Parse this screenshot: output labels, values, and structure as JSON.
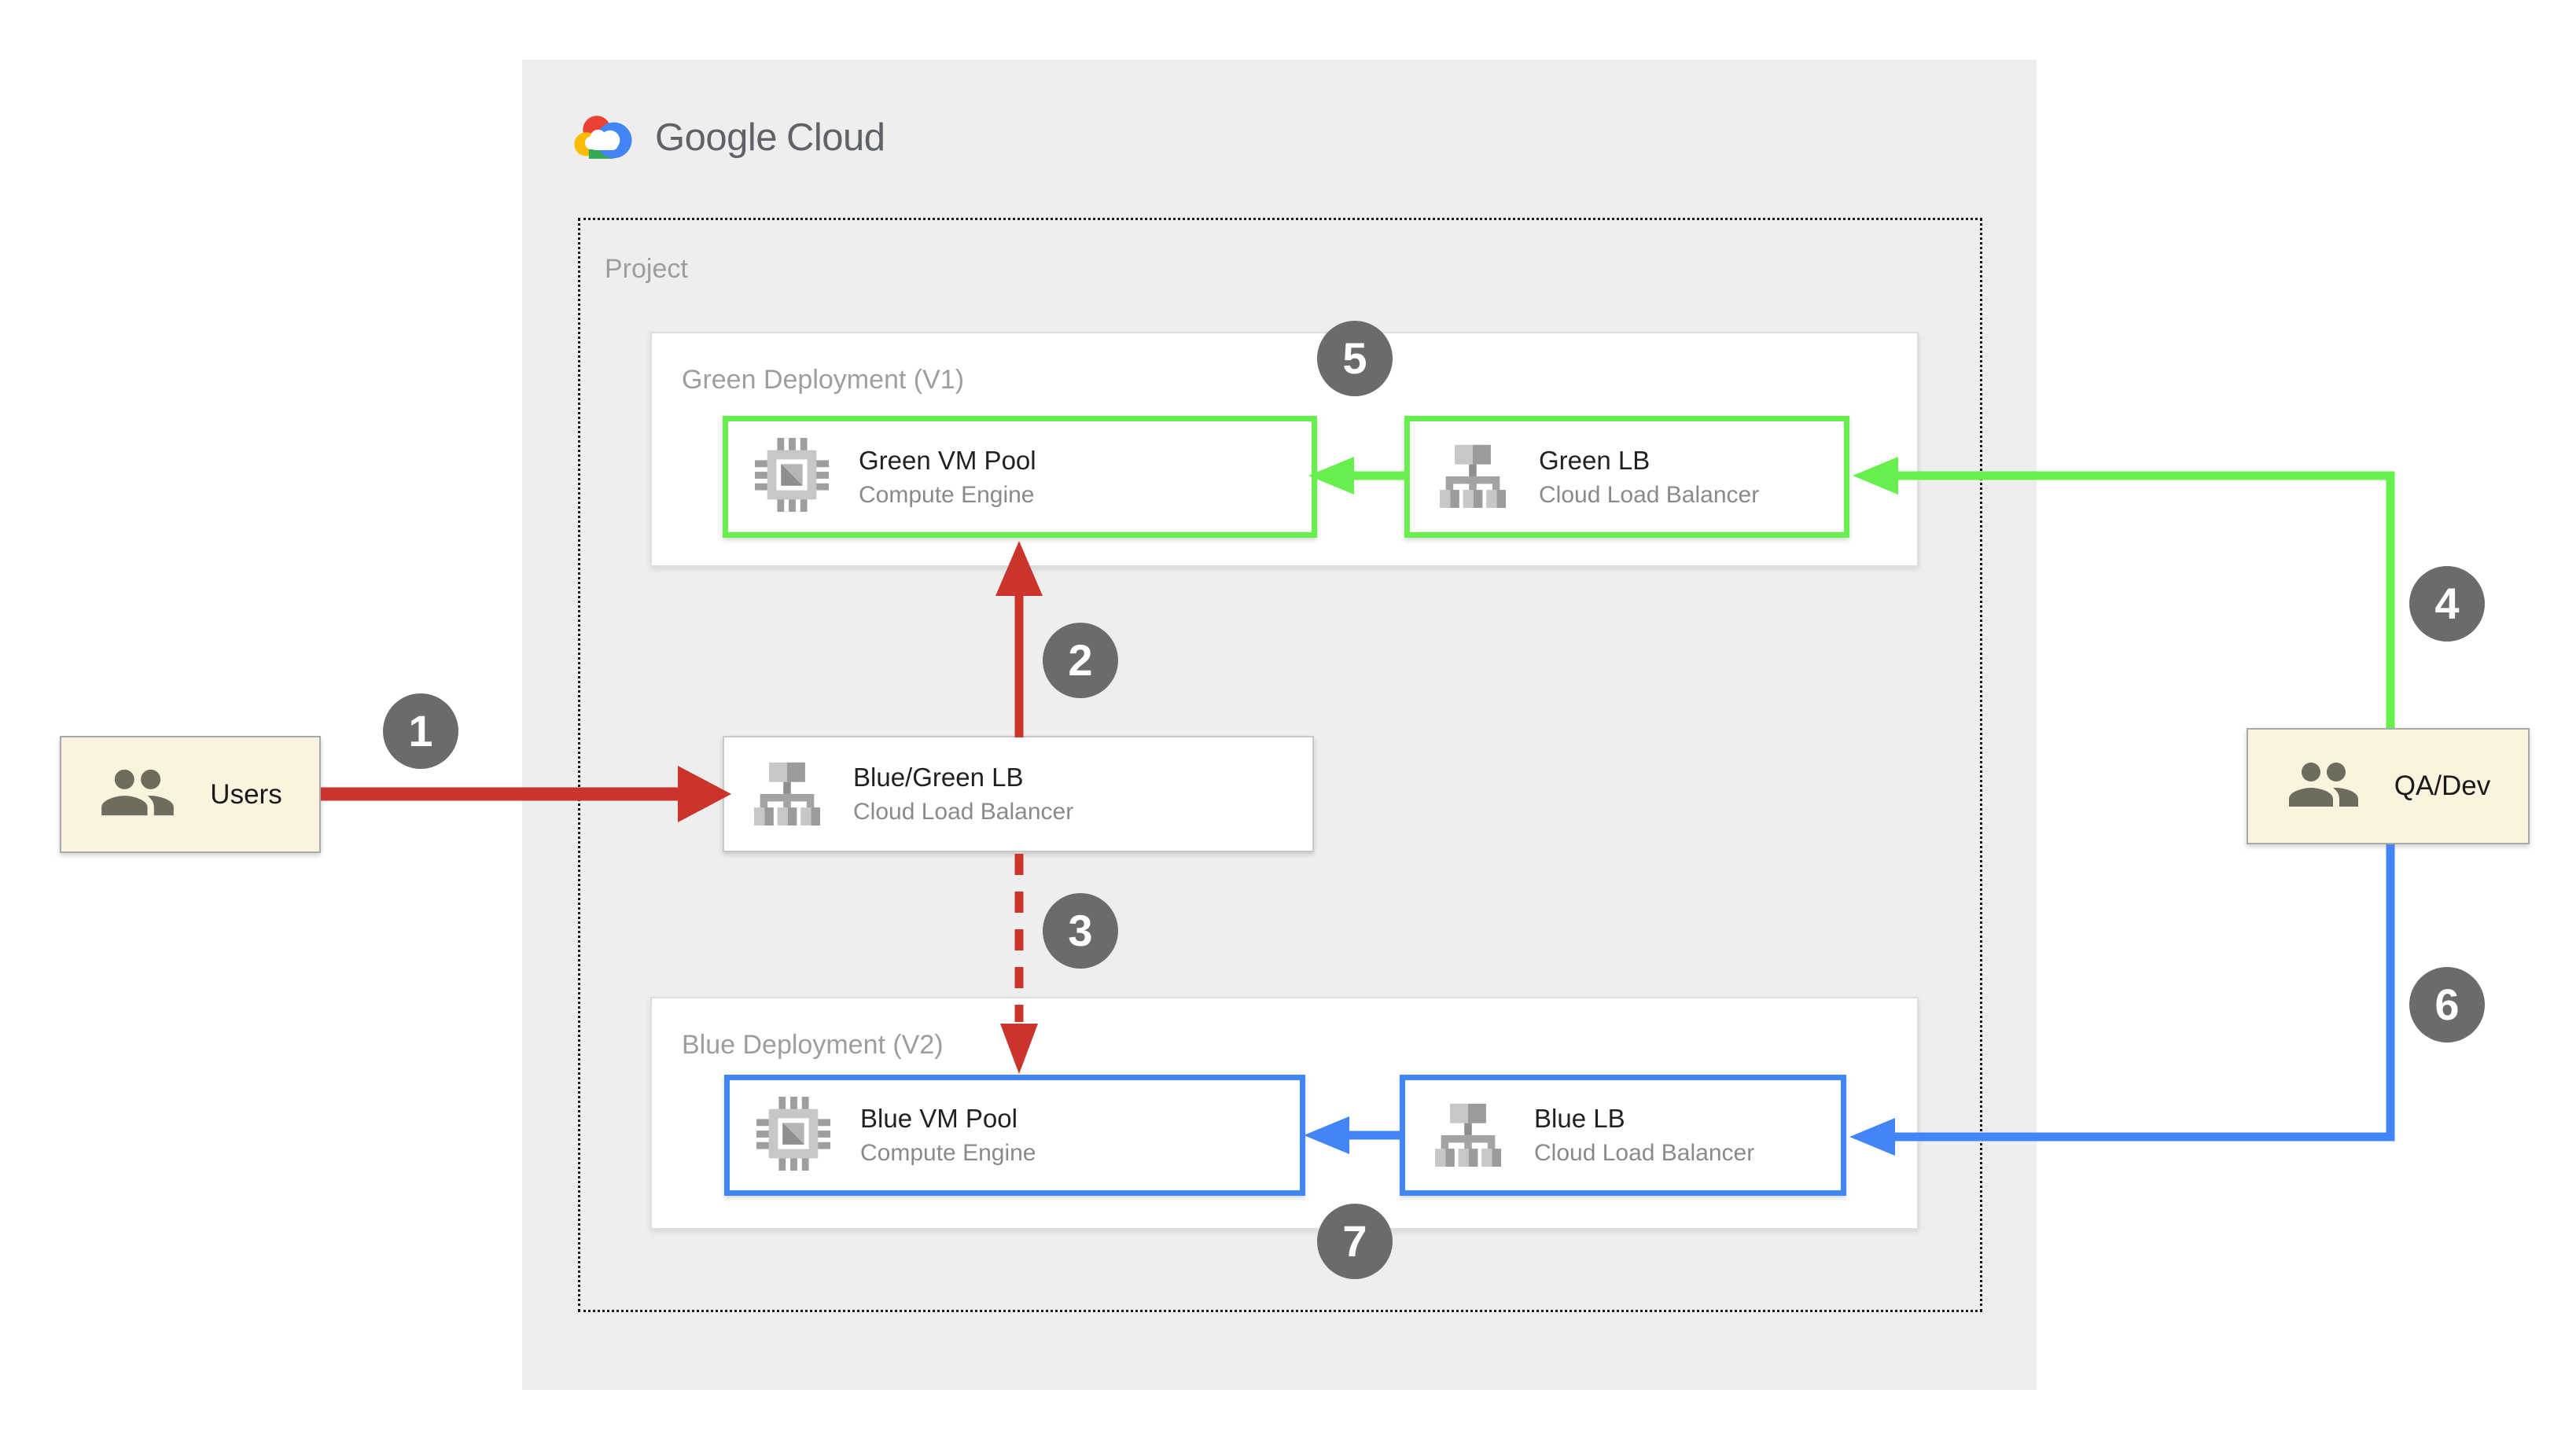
{
  "header": {
    "brand": "Google Cloud"
  },
  "project": {
    "label": "Project"
  },
  "groups": {
    "green": {
      "label": "Green Deployment (V1)"
    },
    "blue": {
      "label": "Blue Deployment (V2)"
    }
  },
  "nodes": {
    "green_vm_pool": {
      "title": "Green VM Pool",
      "subtitle": "Compute Engine"
    },
    "green_lb": {
      "title": "Green LB",
      "subtitle": "Cloud Load Balancer"
    },
    "blue_green_lb": {
      "title": "Blue/Green LB",
      "subtitle": "Cloud Load Balancer"
    },
    "blue_vm_pool": {
      "title": "Blue VM Pool",
      "subtitle": "Compute Engine"
    },
    "blue_lb": {
      "title": "Blue LB",
      "subtitle": "Cloud Load Balancer"
    }
  },
  "actors": {
    "users": {
      "label": "Users"
    },
    "qa_dev": {
      "label": "QA/Dev"
    }
  },
  "badges": {
    "b1": "1",
    "b2": "2",
    "b3": "3",
    "b4": "4",
    "b5": "5",
    "b6": "6",
    "b7": "7"
  },
  "edges": [
    {
      "id": "users-to-blue-green-lb",
      "color": "red",
      "style": "solid"
    },
    {
      "id": "blue-green-lb-to-green-vm-pool",
      "color": "red",
      "style": "solid"
    },
    {
      "id": "blue-green-lb-to-blue-vm-pool",
      "color": "red",
      "style": "dashed"
    },
    {
      "id": "green-lb-to-green-vm-pool",
      "color": "green",
      "style": "solid"
    },
    {
      "id": "qa-dev-to-green-lb",
      "color": "green",
      "style": "solid"
    },
    {
      "id": "qa-dev-to-blue-lb",
      "color": "blue",
      "style": "solid"
    },
    {
      "id": "blue-lb-to-blue-vm-pool",
      "color": "blue",
      "style": "solid"
    }
  ],
  "icons": {
    "logo": "google-cloud-logo",
    "compute": "compute-engine-chip-icon",
    "lb": "load-balancer-icon",
    "people": "people-icon"
  },
  "colors": {
    "green": "#67F04D",
    "blue": "#4285F4",
    "red": "#CB342B",
    "badge": "#6B6B6B",
    "panel": "#EEEEEE",
    "cream": "#FAF4DF",
    "title": "#212121",
    "muted": "#8A8A8A",
    "label": "#9E9E9E",
    "wordmark": "#5F6368",
    "logo_red": "#EA4335",
    "logo_yellow": "#FBBC04",
    "logo_green": "#34A853",
    "logo_blue": "#4285F4",
    "icon_gray_light": "#C7C7C7",
    "icon_gray_mid": "#9B9B9B",
    "icon_gray_dark": "#8E8E8E",
    "people_icon": "#6E6C5D"
  }
}
